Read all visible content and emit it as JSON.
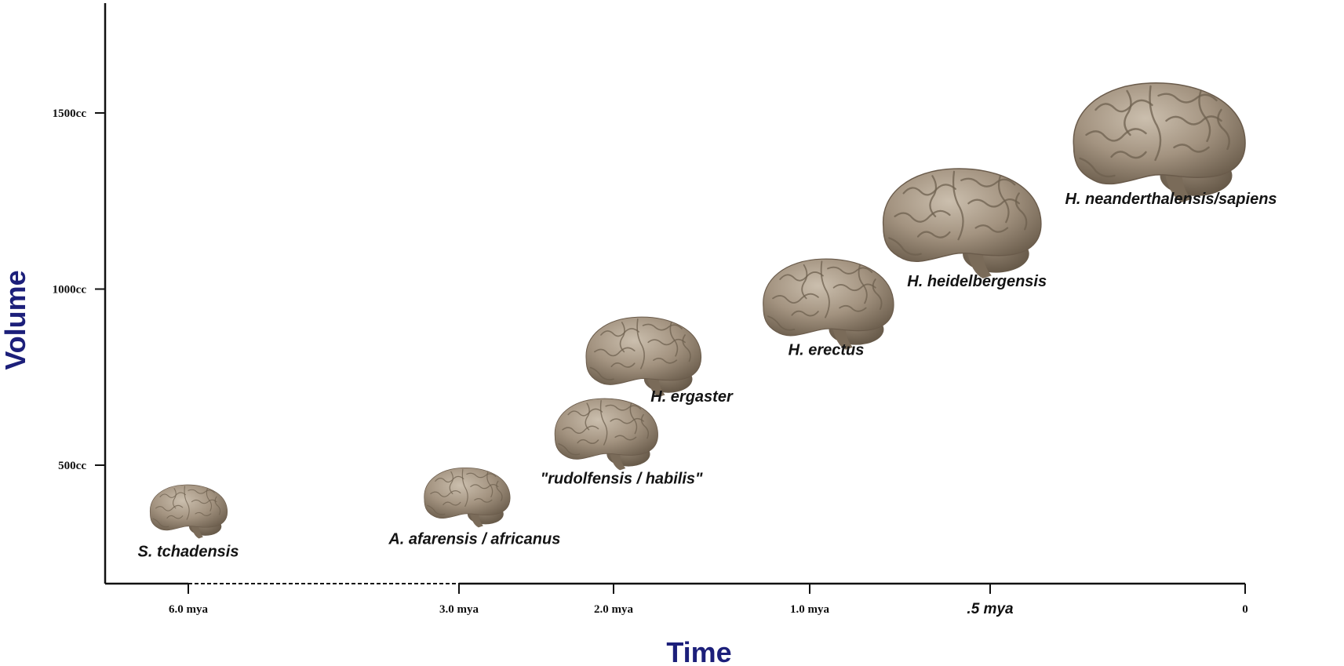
{
  "chart_data": {
    "type": "scatter",
    "title": "",
    "xlabel": "Time",
    "ylabel": "Volume",
    "x_unit": "mya",
    "y_unit": "cc",
    "x_axis_reversed": true,
    "x_ticks": [
      {
        "value": 6.0,
        "label": "6.0 mya",
        "italic": false
      },
      {
        "value": 3.0,
        "label": "3.0 mya",
        "italic": false
      },
      {
        "value": 2.0,
        "label": "2.0 mya",
        "italic": false
      },
      {
        "value": 1.0,
        "label": "1.0 mya",
        "italic": false
      },
      {
        "value": 0.5,
        "label": ".5 mya",
        "italic": true
      },
      {
        "value": 0.0,
        "label": "0",
        "italic": false
      }
    ],
    "y_ticks": [
      {
        "value": 500,
        "label": "500cc"
      },
      {
        "value": 1000,
        "label": "1000cc"
      },
      {
        "value": 1500,
        "label": "1500cc"
      }
    ],
    "dashed_axis_segment": [
      6.0,
      3.0
    ],
    "points": [
      {
        "name": "S. tchadensis",
        "x": 6.0,
        "y": 370,
        "scale": 0.45
      },
      {
        "name": "A. afarensis / africanus",
        "x": 2.95,
        "y": 410,
        "scale": 0.5
      },
      {
        "name": "\"rudolfensis / habilis\"",
        "x": 2.05,
        "y": 590,
        "scale": 0.6
      },
      {
        "name": "H. ergaster",
        "x": 1.85,
        "y": 810,
        "scale": 0.67
      },
      {
        "name": "H. erectus",
        "x": 0.95,
        "y": 960,
        "scale": 0.76
      },
      {
        "name": "H. heidelbergensis",
        "x": 0.58,
        "y": 1190,
        "scale": 0.92
      },
      {
        "name": "H. neanderthalensis/sapiens",
        "x": 0.17,
        "y": 1420,
        "scale": 1.0
      }
    ],
    "colors": {
      "brain_fill": "#a39380",
      "brain_dark": "#6d5e4e",
      "brain_light": "#c4b7a5",
      "axis": "#111111",
      "axis_title": "#1c1f7a"
    }
  }
}
